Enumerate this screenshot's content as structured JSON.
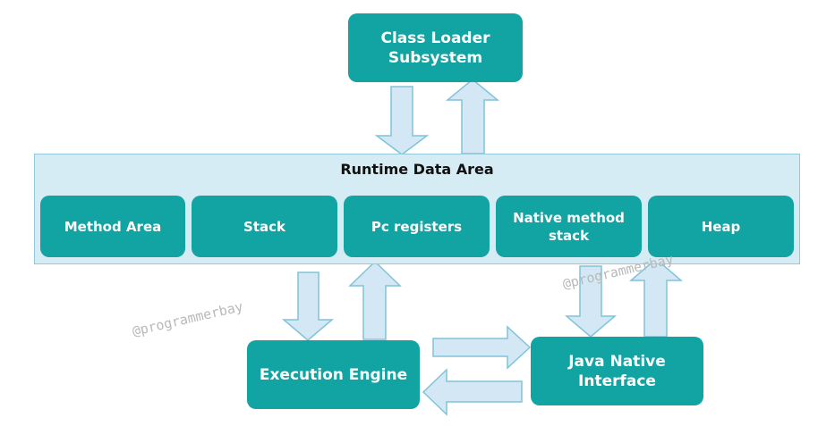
{
  "colors": {
    "box": "#12a3a3",
    "box_text": "#ffffff",
    "runtime_bg": "#d6ecf5",
    "arrow_fill": "#d3e8f4",
    "arrow_stroke": "#7fc4d8",
    "watermark": "#b9b9b9"
  },
  "class_loader": {
    "label": "Class Loader Subsystem",
    "line1": "Class Loader",
    "line2": "Subsystem"
  },
  "runtime_data_area": {
    "title": "Runtime Data Area",
    "components": [
      {
        "label": "Method Area"
      },
      {
        "label": "Stack"
      },
      {
        "label": "Pc registers"
      },
      {
        "label": "Native method stack",
        "line1": "Native method",
        "line2": "stack"
      },
      {
        "label": "Heap"
      }
    ]
  },
  "execution_engine": {
    "label": "Execution Engine"
  },
  "jni": {
    "label": "Java Native Interface",
    "line1": "Java Native",
    "line2": "Interface"
  },
  "watermarks": [
    {
      "text": "@programmerbay"
    },
    {
      "text": "@programmerbay"
    }
  ]
}
